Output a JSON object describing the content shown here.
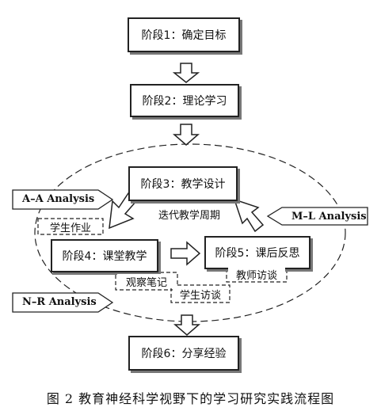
{
  "stages": {
    "s1": "阶段1：确定目标",
    "s2": "阶段2：理论学习",
    "s3": "阶段3：教学设计",
    "s4": "阶段4：课堂教学",
    "s5": "阶段5：课后反思",
    "s6": "阶段6：分享经验"
  },
  "cycle_label": "迭代教学周期",
  "notes": {
    "homework": "学生作业",
    "observation": "观察笔记",
    "teacher_interview": "教师访谈",
    "student_interview": "学生访谈"
  },
  "analyses": {
    "aa": "A–A Analysis",
    "ml": "M–L Analysis",
    "nr": "N–R Analysis"
  },
  "caption": "图 2  教育神经科学视野下的学习研究实践流程图"
}
